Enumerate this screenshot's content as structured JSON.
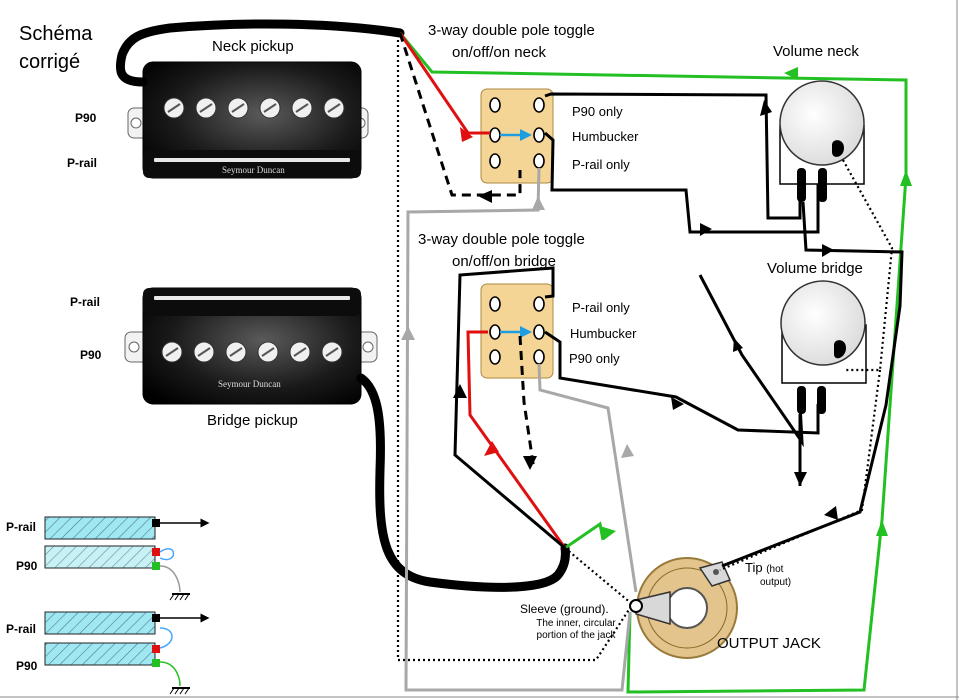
{
  "title_line1": "Schéma",
  "title_line2": "corrigé",
  "neck_pickup": {
    "label": "Neck pickup",
    "coil_top": "P90",
    "coil_bottom": "P-rail",
    "brand": "Seymour Duncan"
  },
  "bridge_pickup": {
    "label": "Bridge pickup",
    "coil_top": "P-rail",
    "coil_bottom": "P90",
    "brand": "Seymour Duncan"
  },
  "neck_toggle": {
    "title_line1": "3-way double pole toggle",
    "title_line2": "on/off/on neck",
    "pos1": "P90 only",
    "pos2": "Humbucker",
    "pos3": "P-rail only"
  },
  "bridge_toggle": {
    "title_line1": "3-way double pole toggle",
    "title_line2": "on/off/on bridge",
    "pos1": "P-rail only",
    "pos2": "Humbucker",
    "pos3": "P90 only"
  },
  "volume_neck": "Volume neck",
  "volume_bridge": "Volume bridge",
  "jack": {
    "label": "OUTPUT JACK",
    "tip_main": "Tip",
    "tip_note1": "(hot",
    "tip_note2": "output)",
    "sleeve_main": "Sleeve (ground).",
    "sleeve_note1": "The inner, circular",
    "sleeve_note2": "portion of the jack"
  },
  "legend": [
    {
      "label": "P-rail"
    },
    {
      "label": "P90"
    },
    {
      "label": "P-rail"
    },
    {
      "label": "P90"
    }
  ],
  "colors": {
    "hot": "#e01010",
    "ground": "#22c022",
    "return": "#a8a8a8",
    "link": "#1e9ee0",
    "toggle_body": "#f5d596",
    "coil_fill": "#9fe8f2"
  }
}
